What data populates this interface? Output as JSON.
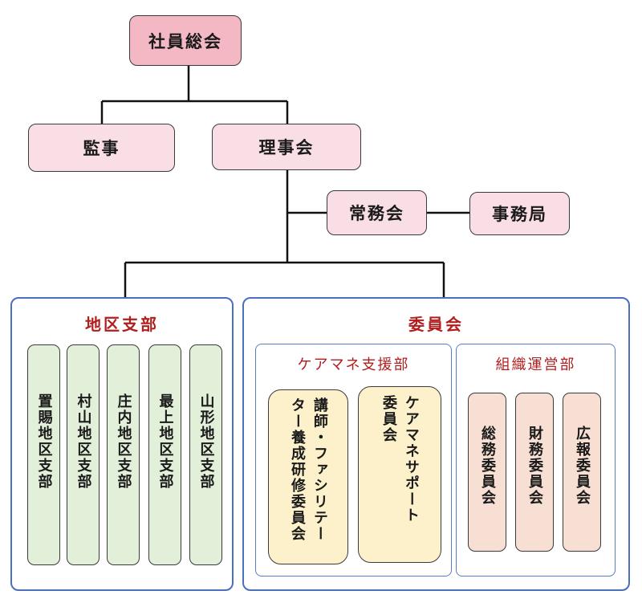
{
  "top": {
    "general_meeting": "社員総会"
  },
  "executives": {
    "auditor": "監事",
    "board": "理事会"
  },
  "offices": {
    "executive_committee": "常務会",
    "secretariat": "事務局"
  },
  "branches": {
    "title": "地区支部",
    "items": [
      "置賜地区支部",
      "村山地区支部",
      "庄内地区支部",
      "最上地区支部",
      "山形地区支部"
    ]
  },
  "committees": {
    "title": "委員会",
    "care_support": {
      "title": "ケアマネ支援部",
      "items": [
        "講師・ファシリテー\nター養成研修委員会",
        "ケアマネサポート\n委員会"
      ]
    },
    "organization": {
      "title": "組織運営部",
      "items": [
        "総務委員会",
        "財務委員会",
        "広報委員会"
      ]
    }
  },
  "colors": {
    "top_fill": "#f4b8c4",
    "node_fill": "#f9dfe5",
    "panel_border": "#4a6fbf",
    "title_red": "#b01e1e",
    "branch_fill": "#e2efd9",
    "support_fill": "#fdf1cc",
    "org_fill": "#f7e0d3"
  }
}
